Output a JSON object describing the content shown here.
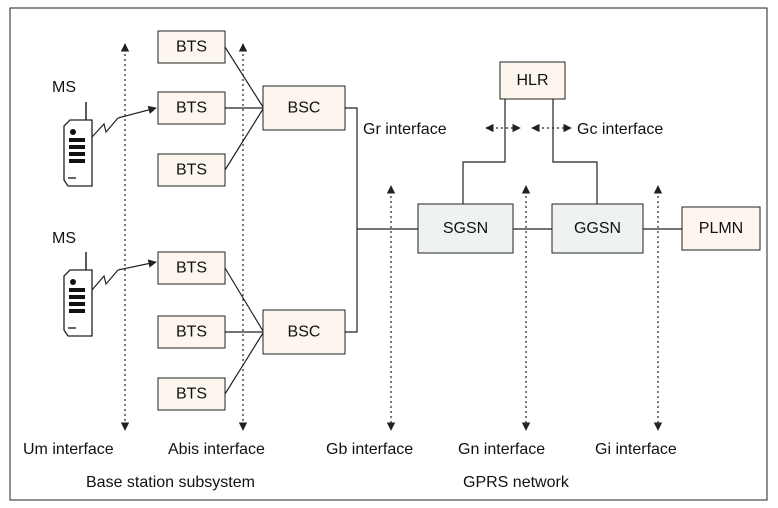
{
  "nodes": {
    "ms_top": "MS",
    "ms_bottom": "MS",
    "bts_1": "BTS",
    "bts_2": "BTS",
    "bts_3": "BTS",
    "bts_4": "BTS",
    "bts_5": "BTS",
    "bts_6": "BTS",
    "bsc_top": "BSC",
    "bsc_bottom": "BSC",
    "hlr": "HLR",
    "sgsn": "SGSN",
    "ggsn": "GGSN",
    "plmn": "PLMN"
  },
  "interfaces": {
    "um": "Um interface",
    "abis": "Abis interface",
    "gb": "Gb interface",
    "gn": "Gn interface",
    "gi": "Gi interface",
    "gr": "Gr interface",
    "gc": "Gc interface"
  },
  "sections": {
    "bss": "Base station subsystem",
    "gprs": "GPRS network"
  },
  "colors": {
    "ran_box_fill": "#fdf6ee",
    "core_box_fill": "#eef2f2",
    "stroke": "#222222"
  }
}
